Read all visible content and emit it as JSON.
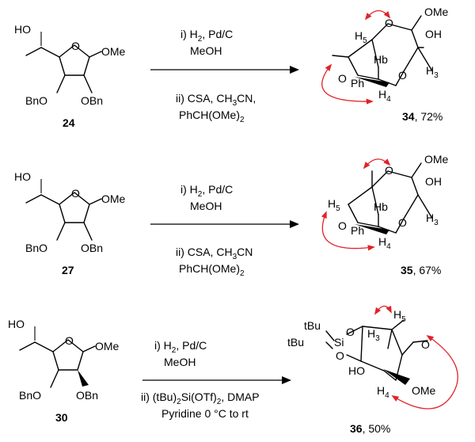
{
  "reactions": [
    {
      "start_compound": {
        "number": "24",
        "ho": "HO",
        "ome": "OMe",
        "bno_left": "BnO",
        "obn_right": "OBn"
      },
      "conditions": {
        "step1": "i) H",
        "step1_sub": "2",
        "step1_rest": ", Pd/C",
        "step1_solvent": "MeOH",
        "step2_prefix": "ii) CSA, CH",
        "step2_sub": "3",
        "step2_rest": "CN,",
        "step2_reagent_a": "PhCH(OMe)",
        "step2_reagent_sub": "2"
      },
      "product": {
        "number": "34",
        "yield": ", 72%",
        "ome": "OMe",
        "oh": "OH",
        "h5": "H",
        "h5_sub": "5",
        "hb": "Hb",
        "h3": "H",
        "h3_sub": "3",
        "h4": "H",
        "h4_sub": "4",
        "o_left": "O",
        "ph": "Ph",
        "o_ring": "O",
        "o_right": "O"
      }
    },
    {
      "start_compound": {
        "number": "27",
        "ho": "HO",
        "ome": "OMe",
        "bno_left": "BnO",
        "obn_right": "OBn"
      },
      "conditions": {
        "step1": "i) H",
        "step1_sub": "2",
        "step1_rest": ", Pd/C",
        "step1_solvent": "MeOH",
        "step2_prefix": "ii) CSA, CH",
        "step2_sub": "3",
        "step2_rest": "CN",
        "step2_reagent_a": "PhCH(OMe)",
        "step2_reagent_sub": "2"
      },
      "product": {
        "number": "35",
        "yield": ", 67%",
        "ome": "OMe",
        "oh": "OH",
        "h5": "H",
        "h5_sub": "5",
        "hb": "Hb",
        "h3": "H",
        "h3_sub": "3",
        "h4": "H",
        "h4_sub": "4",
        "o_left": "O",
        "ph": "Ph",
        "o_ring": "O",
        "o_right": "O"
      }
    },
    {
      "start_compound": {
        "number": "30",
        "ho": "HO",
        "ome": "OMe",
        "bno_left": "BnO",
        "obn_right": "OBn"
      },
      "conditions": {
        "step1": "i) H",
        "step1_sub": "2",
        "step1_rest": ", Pd/C",
        "step1_solvent": "MeOH",
        "step2_prefix": "ii) (tBu)",
        "step2_sub": "2",
        "step2_mid": "Si(OTf)",
        "step2_sub2": "2",
        "step2_rest": ", DMAP",
        "step2_line2": "Pyridine 0 °C to rt"
      },
      "product": {
        "number": "36",
        "yield": ", 50%",
        "tbu_top": "tBu",
        "tbu_bottom": "tBu",
        "si": "Si",
        "o_top": "O",
        "o_bottom": "O",
        "h5": "H",
        "h5_sub": "5",
        "h3": "H",
        "h3_sub": "3",
        "ho": "HO",
        "h4": "H",
        "h4_sub": "4",
        "ome": "OMe",
        "o_ring": "O"
      }
    }
  ]
}
